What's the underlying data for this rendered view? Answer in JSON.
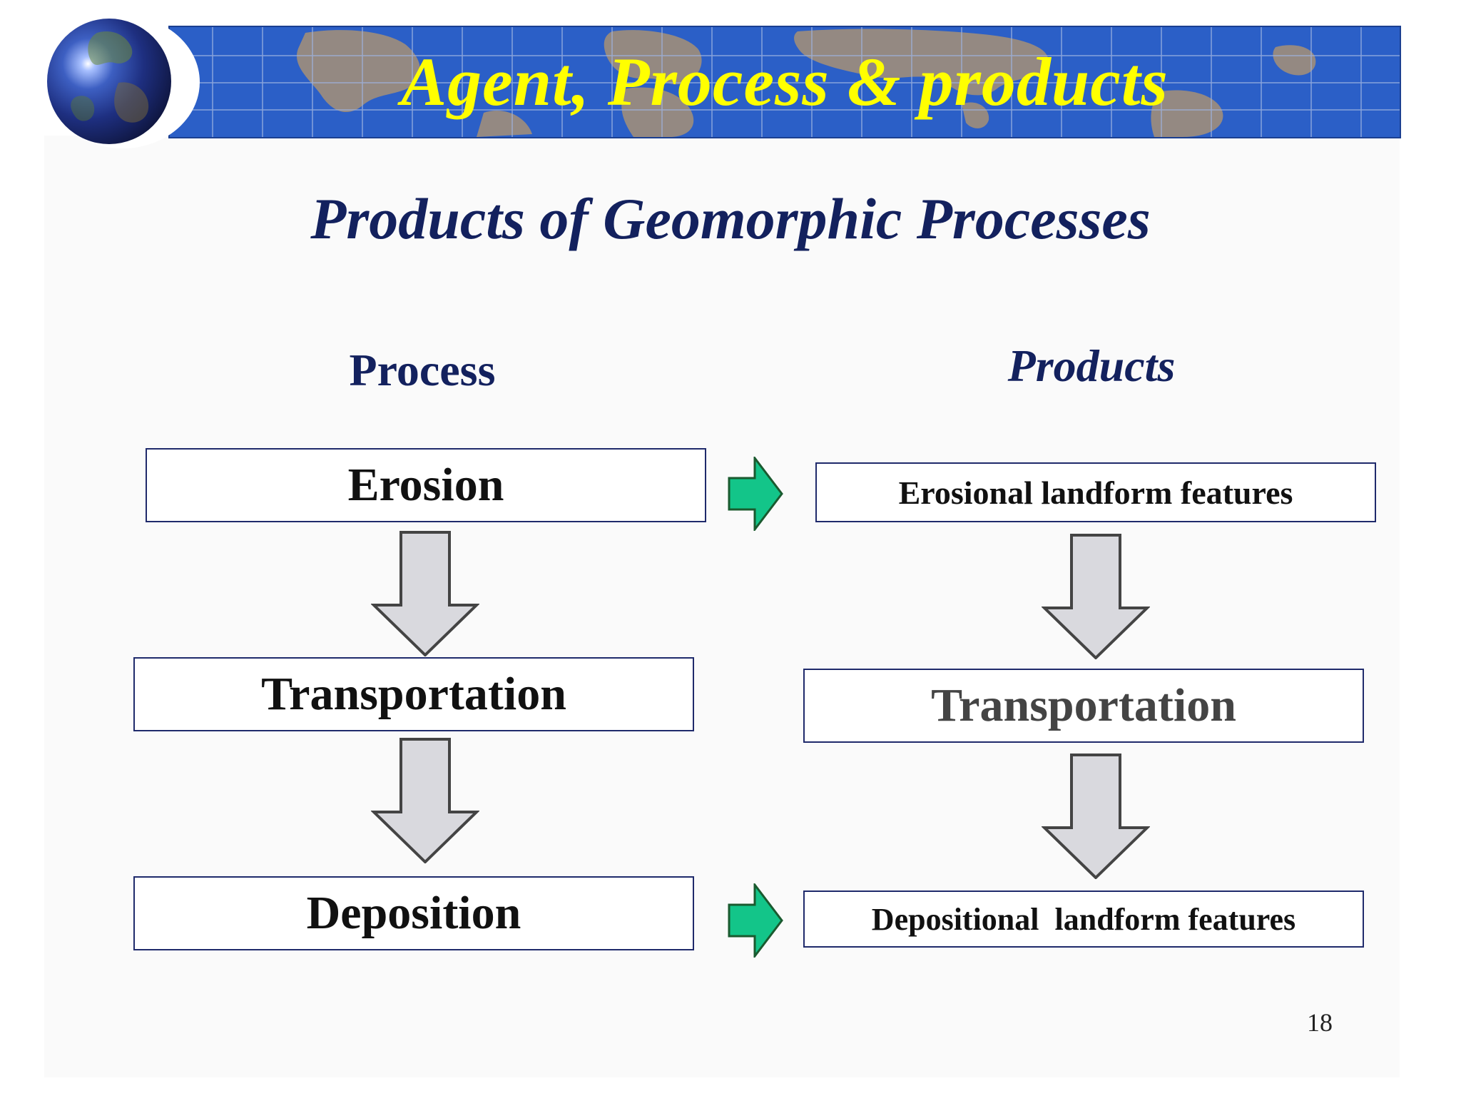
{
  "banner": {
    "title": "Agent, Process & products"
  },
  "slide_title": "Products of Geomorphic Processes",
  "columns": {
    "process_heading": "Process",
    "products_heading": "Products"
  },
  "process": [
    "Erosion",
    "Transportation",
    "Deposition"
  ],
  "products": [
    "Erosional landform features",
    "Transportation",
    "Depositional  landform features"
  ],
  "page_number": "18",
  "colors": {
    "banner_blue": "#2b5fc7",
    "title_yellow": "#ffff00",
    "heading_navy": "#13215e",
    "green_arrow": "#13c589",
    "gray_arrow": "#d9d9de"
  }
}
